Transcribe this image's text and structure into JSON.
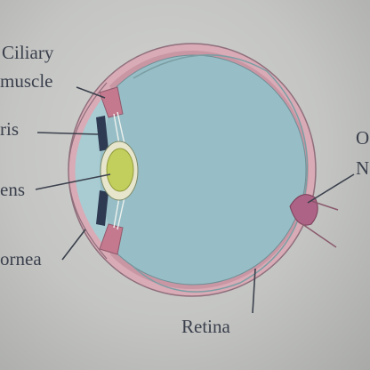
{
  "labels": {
    "ciliary_line1": "Ciliary",
    "ciliary_line2": "muscle",
    "iris": "ris",
    "lens": "ens",
    "cornea": "ornea",
    "retina": "Retina",
    "optic_line1": "O",
    "optic_line2": "N"
  },
  "colors": {
    "paper": "#c6c6c4",
    "sclera": "#d8abb6",
    "vitreous": "#97bec6",
    "aqueous": "#a9ccd3",
    "lens_core": "#c3cf5c",
    "lens_capsule": "#e7e6cc",
    "iris": "#2d3a52",
    "optic_nerve": "#ad6385",
    "label_text": "#3b404c"
  }
}
